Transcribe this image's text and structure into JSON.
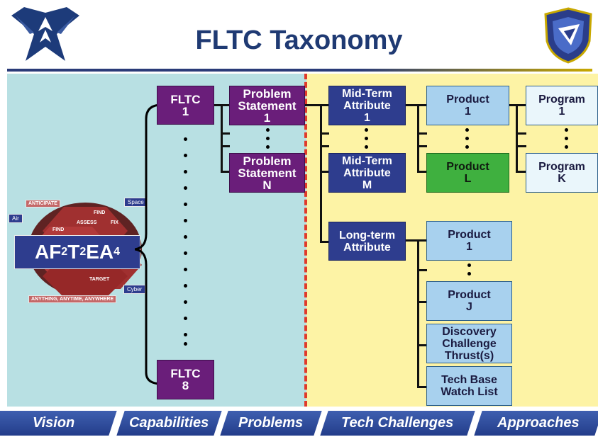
{
  "title": "FLTC Taxonomy",
  "emblem": {
    "main": "AF",
    "sup1": "2",
    "t": "T",
    "sup2": "2",
    "ea": "EA",
    "sup3": "4",
    "anticipate": "ANTICIPATE",
    "find_top": "FIND",
    "find_left": "FIND",
    "assess": "ASSESS",
    "fix": "FIX",
    "target": "TARGET",
    "anything": "ANYTHING, ANYTIME, ANYWHERE",
    "air": "Air",
    "space": "Space",
    "cyber": "Cyber"
  },
  "fltc": {
    "first": {
      "line1": "FLTC",
      "line2": "1"
    },
    "last": {
      "line1": "FLTC",
      "line2": "8"
    }
  },
  "problems": {
    "first": {
      "line1": "Problem",
      "line2": "Statement",
      "line3": "1"
    },
    "last": {
      "line1": "Problem",
      "line2": "Statement",
      "line3": "N"
    }
  },
  "attributes": {
    "mid1": {
      "line1": "Mid-Term",
      "line2": "Attribute",
      "line3": "1"
    },
    "midM": {
      "line1": "Mid-Term",
      "line2": "Attribute",
      "line3": "M"
    },
    "long": {
      "line1": "Long-term",
      "line2": "Attribute"
    }
  },
  "products": {
    "p1": {
      "line1": "Product",
      "line2": "1"
    },
    "pL": {
      "line1": "Product",
      "line2": "L"
    },
    "lp1": {
      "line1": "Product",
      "line2": "1"
    },
    "lpJ": {
      "line1": "Product",
      "line2": "J"
    },
    "discovery": {
      "line1": "Discovery",
      "line2": "Challenge",
      "line3": "Thrust(s)"
    },
    "techbase": {
      "line1": "Tech Base",
      "line2": "Watch List"
    }
  },
  "programs": {
    "g1": {
      "line1": "Program",
      "line2": "1"
    },
    "gK": {
      "line1": "Program",
      "line2": "K"
    }
  },
  "tabs": [
    "Vision",
    "Capabilities",
    "Problems",
    "Tech Challenges",
    "Approaches"
  ],
  "colors": {
    "purple": "#6a1e7a",
    "navy": "#2e3d8e",
    "light_blue": "#a8d1ee",
    "green": "#3fb03f",
    "left_panel": "#b8e0e3",
    "right_panel": "#fdf3a5",
    "divider": "#e03a2a"
  }
}
